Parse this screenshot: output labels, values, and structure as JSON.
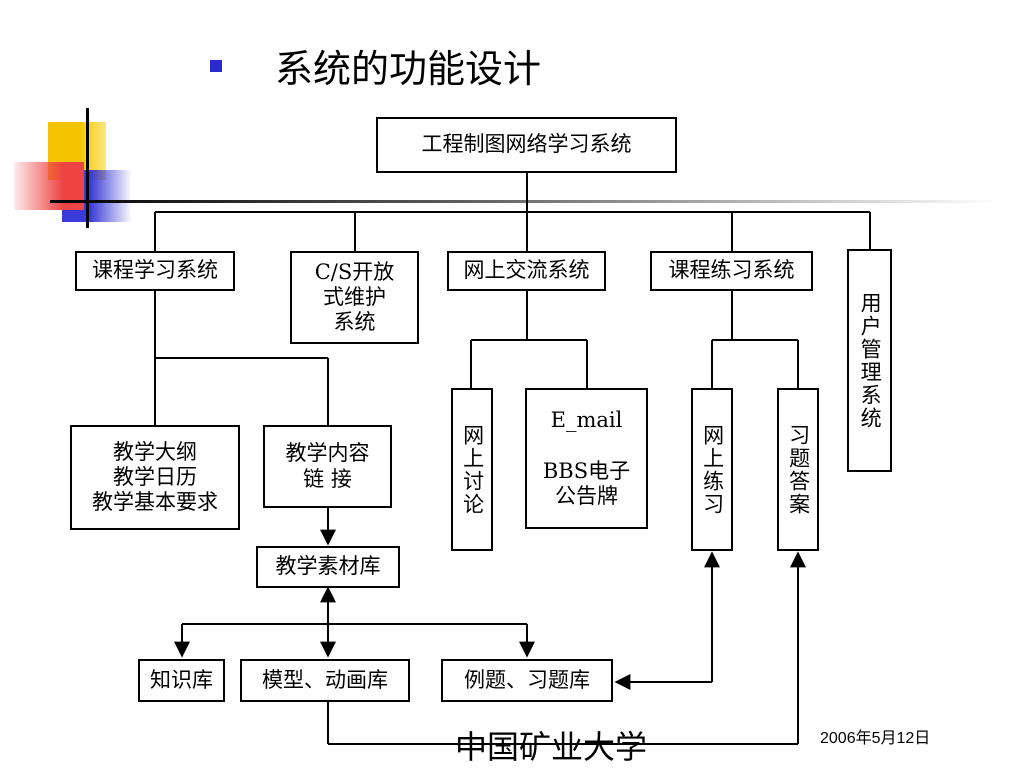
{
  "title": "系统的功能设计",
  "nodes": {
    "root": "工程制图网络学习系统",
    "course_learning": "课程学习系统",
    "cs_maintenance": "C/S开放\n式维护\n系统",
    "online_exchange": "网上交流系统",
    "course_practice": "课程练习系统",
    "user_mgmt": "用户管理系统",
    "syllabus": "教学大纲\n教学日历\n教学基本要求",
    "content_link": "教学内容\n链  接",
    "online_discussion": "网上讨论",
    "email_bbs": "E_mail\n\nBBS电子\n公告牌",
    "online_practice": "网上练习",
    "exercise_answers": "习题答案",
    "material_lib": "教学素材库",
    "knowledge_lib": "知识库",
    "model_anim_lib": "模型、动画库",
    "example_exercise_lib": "例题、习题库"
  },
  "footer": {
    "institution": "中国矿业大学",
    "date": "2006年5月12日"
  },
  "colors": {
    "bullet": "#2a2ad0",
    "deco_yellow": "#f5c400",
    "deco_blue": "#3a3ad6",
    "deco_red": "#ee4444"
  }
}
